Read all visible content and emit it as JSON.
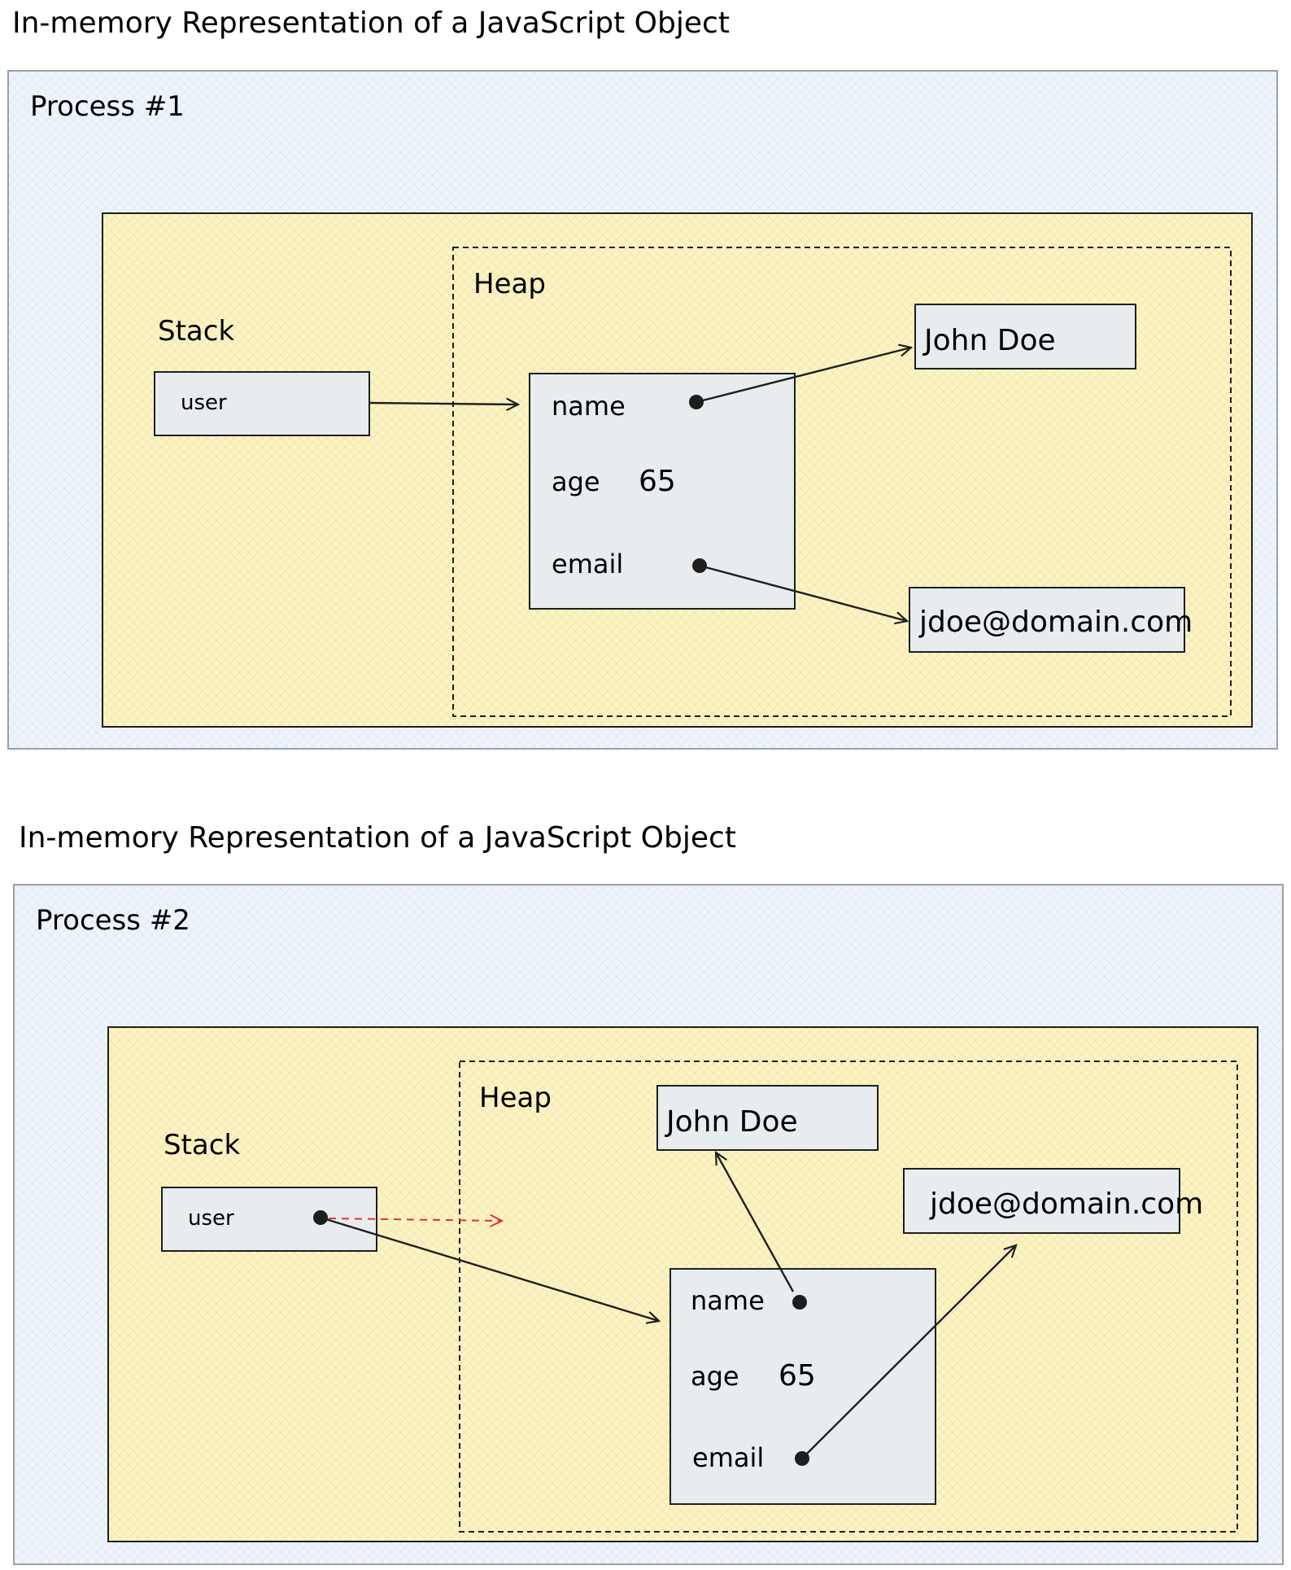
{
  "diagrams": [
    {
      "title": "In-memory Representation of a JavaScript Object",
      "process": "Process #1",
      "stack_label": "Stack",
      "heap_label": "Heap",
      "stack_var": "user",
      "object": {
        "name_key": "name",
        "age_key": "age",
        "age_value": "65",
        "email_key": "email"
      },
      "name_value": "John Doe",
      "email_value": "jdoe@domain.com"
    },
    {
      "title": "In-memory Representation of a JavaScript Object",
      "process": "Process #2",
      "stack_label": "Stack",
      "heap_label": "Heap",
      "stack_var": "user",
      "object": {
        "name_key": "name",
        "age_key": "age",
        "age_value": "65",
        "email_key": "email"
      },
      "name_value": "John Doe",
      "email_value": "jdoe@domain.com"
    }
  ],
  "colors": {
    "process_fill": "#eef4fa",
    "process_stroke": "#9aa0a6",
    "memory_fill": "#fbf3c6",
    "box_fill": "#e9ecef",
    "stroke": "#1e1e1e",
    "accent_arrow": "#e03131"
  }
}
